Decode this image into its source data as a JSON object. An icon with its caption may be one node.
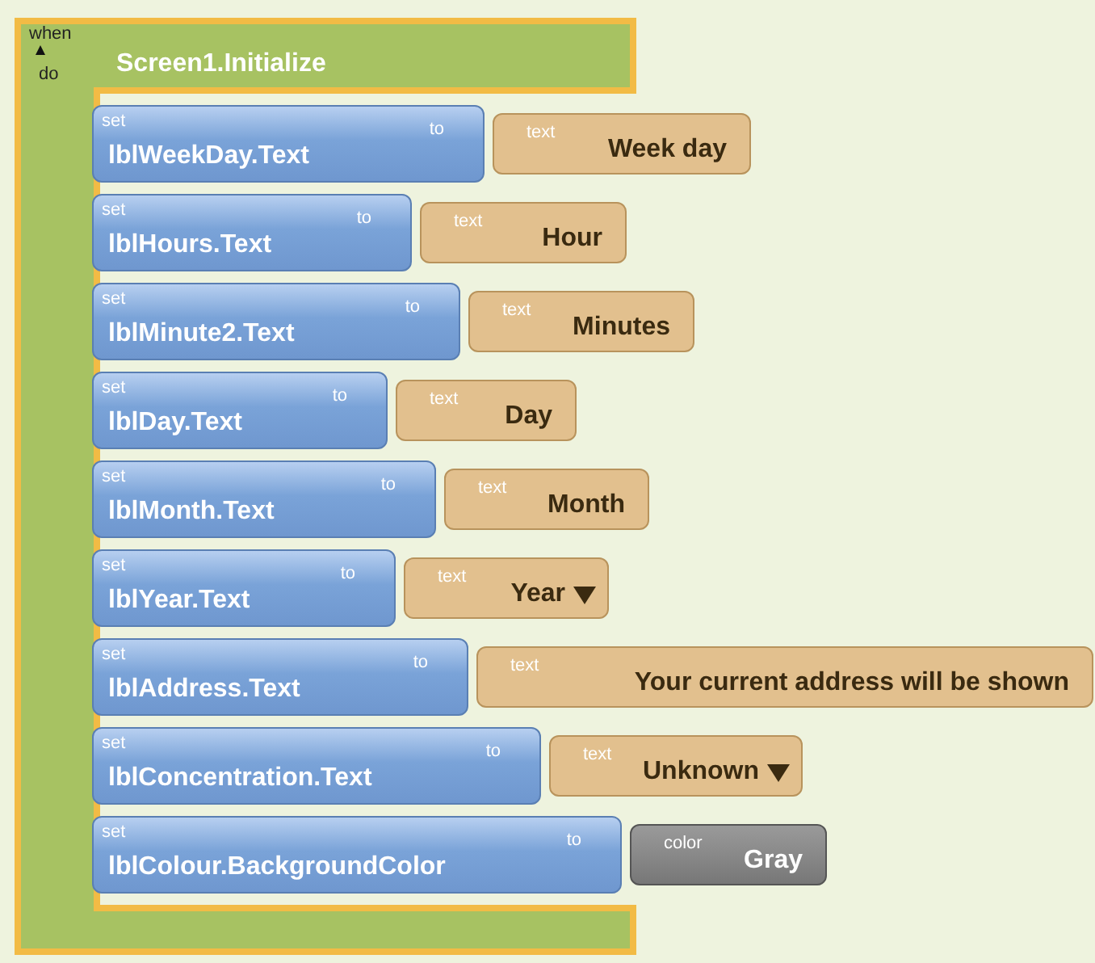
{
  "diagram": {
    "nodes": [
      {
        "text": [
          "when",
          "Screen1.Initialize",
          "do"
        ]
      },
      {
        "text": [
          "set",
          "lblWeekDay.Text",
          "to"
        ],
        "in": 0
      },
      {
        "text": [
          "text",
          "Week day"
        ]
      },
      {
        "text": [
          "set",
          "lblHours.Text",
          "to"
        ],
        "in": 0
      },
      {
        "text": [
          "text",
          "Hour"
        ]
      },
      {
        "text": [
          "set",
          "lblMinute2.Text",
          "to"
        ],
        "in": 0
      },
      {
        "text": [
          "text",
          "Minutes"
        ]
      },
      {
        "text": [
          "set",
          "lblDay.Text",
          "to"
        ],
        "in": 0
      },
      {
        "text": [
          "text",
          "Day"
        ]
      },
      {
        "text": [
          "set",
          "lblMonth.Text",
          "to"
        ],
        "in": 0
      },
      {
        "text": [
          "text",
          "Month"
        ]
      },
      {
        "text": [
          "set",
          "lblYear.Text",
          "to"
        ],
        "in": 0
      },
      {
        "text": [
          "text",
          "Year"
        ]
      },
      {
        "text": [
          "set",
          "lblAddress.Text",
          "to"
        ],
        "in": 0
      },
      {
        "text": [
          "text",
          "Your current address will be shown"
        ]
      },
      {
        "text": [
          "set",
          "lblConcentration.Text",
          "to"
        ],
        "in": 0
      },
      {
        "text": [
          "text",
          "Unknown"
        ]
      },
      {
        "text": [
          "set",
          "lblColour.BackgroundColor",
          "to"
        ],
        "in": 0
      },
      {
        "text": [
          "color",
          "Gray"
        ]
      }
    ]
  }
}
